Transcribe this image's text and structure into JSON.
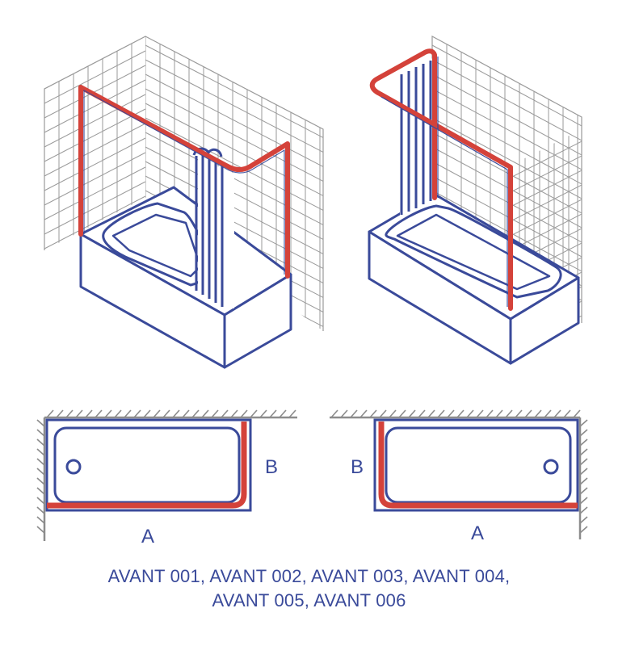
{
  "colors": {
    "outline": "#3a4a9a",
    "frame": "#d4423a",
    "tile": "#9a9a9a",
    "wall_hatch": "#8c8c8c"
  },
  "plans": {
    "left": {
      "label_a": "A",
      "label_b": "B"
    },
    "right": {
      "label_a": "A",
      "label_b": "B"
    }
  },
  "caption": {
    "line1": "AVANT 001, AVANT 002, AVANT 003, AVANT 004,",
    "line2": "AVANT 005, AVANT 006"
  }
}
